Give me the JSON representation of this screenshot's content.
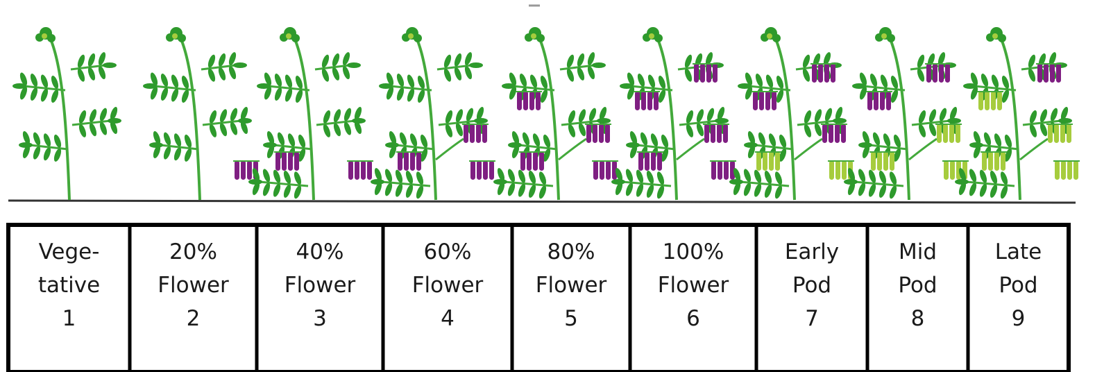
{
  "colors": {
    "foliage": "#2e9a2c",
    "stem": "#43a93b",
    "flower": "#7f1f82",
    "pod": "#a6cc3d",
    "ground": "#333333",
    "table_border": "#000000"
  },
  "stages": [
    {
      "line1": "Vege-",
      "line2": "tative",
      "number": "1",
      "flower_pct": 0,
      "pods": "none"
    },
    {
      "line1": "20%",
      "line2": "Flower",
      "number": "2",
      "flower_pct": 20,
      "pods": "none"
    },
    {
      "line1": "40%",
      "line2": "Flower",
      "number": "3",
      "flower_pct": 40,
      "pods": "none"
    },
    {
      "line1": "60%",
      "line2": "Flower",
      "number": "4",
      "flower_pct": 60,
      "pods": "none"
    },
    {
      "line1": "80%",
      "line2": "Flower",
      "number": "5",
      "flower_pct": 80,
      "pods": "none"
    },
    {
      "line1": "100%",
      "line2": "Flower",
      "number": "6",
      "flower_pct": 100,
      "pods": "none"
    },
    {
      "line1": "Early",
      "line2": "Pod",
      "number": "7",
      "flower_pct": 100,
      "pods": "early"
    },
    {
      "line1": "Mid",
      "line2": "Pod",
      "number": "8",
      "flower_pct": 100,
      "pods": "mid"
    },
    {
      "line1": "Late",
      "line2": "Pod",
      "number": "9",
      "flower_pct": 100,
      "pods": "late"
    }
  ]
}
